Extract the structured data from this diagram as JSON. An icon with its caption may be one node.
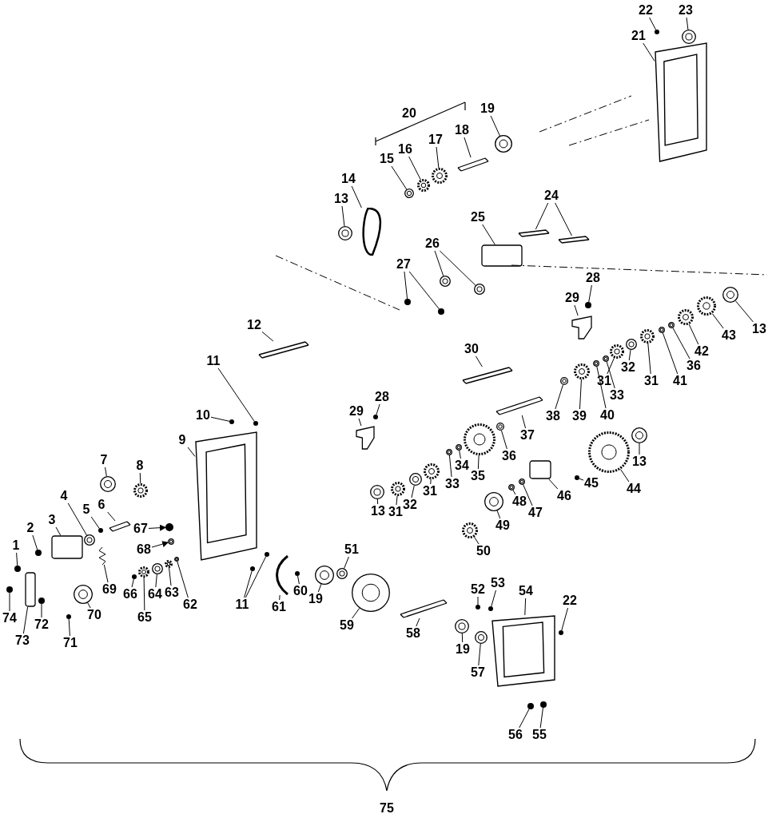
{
  "diagram": {
    "nodes": [
      {
        "text": [
          "22"
        ]
      },
      {
        "text": [
          "23"
        ]
      },
      {
        "text": [
          "21"
        ]
      },
      {
        "text": [
          "19"
        ]
      },
      {
        "text": [
          "18"
        ]
      },
      {
        "text": [
          "17"
        ]
      },
      {
        "text": [
          "16"
        ]
      },
      {
        "text": [
          "15"
        ]
      },
      {
        "text": [
          "14"
        ]
      },
      {
        "text": [
          "13"
        ]
      },
      {
        "text": [
          "24"
        ]
      },
      {
        "text": [
          "25"
        ]
      },
      {
        "text": [
          "26"
        ]
      },
      {
        "text": [
          "27"
        ]
      },
      {
        "text": [
          "28"
        ]
      },
      {
        "text": [
          "29"
        ]
      },
      {
        "text": [
          "12"
        ]
      },
      {
        "text": [
          "13"
        ]
      },
      {
        "text": [
          "43"
        ]
      },
      {
        "text": [
          "42"
        ]
      },
      {
        "text": [
          "36"
        ]
      },
      {
        "text": [
          "30"
        ]
      },
      {
        "text": [
          "11"
        ]
      },
      {
        "text": [
          "32"
        ]
      },
      {
        "text": [
          "31"
        ]
      },
      {
        "text": [
          "41"
        ]
      },
      {
        "text": [
          "31"
        ]
      },
      {
        "text": [
          "33"
        ]
      },
      {
        "text": [
          "28"
        ]
      },
      {
        "text": [
          "29"
        ]
      },
      {
        "text": [
          "40"
        ]
      },
      {
        "text": [
          "39"
        ]
      },
      {
        "text": [
          "38"
        ]
      },
      {
        "text": [
          "10"
        ]
      },
      {
        "text": [
          "37"
        ]
      },
      {
        "text": [
          "9"
        ]
      },
      {
        "text": [
          "36"
        ]
      },
      {
        "text": [
          "13"
        ]
      },
      {
        "text": [
          "7"
        ]
      },
      {
        "text": [
          "8"
        ]
      },
      {
        "text": [
          "34"
        ]
      },
      {
        "text": [
          "35"
        ]
      },
      {
        "text": [
          "33"
        ]
      },
      {
        "text": [
          "45"
        ]
      },
      {
        "text": [
          "31"
        ]
      },
      {
        "text": [
          "44"
        ]
      },
      {
        "text": [
          "46"
        ]
      },
      {
        "text": [
          "4"
        ]
      },
      {
        "text": [
          "48"
        ]
      },
      {
        "text": [
          "32"
        ]
      },
      {
        "text": [
          "6"
        ]
      },
      {
        "text": [
          "5"
        ]
      },
      {
        "text": [
          "47"
        ]
      },
      {
        "text": [
          "13"
        ]
      },
      {
        "text": [
          "31"
        ]
      },
      {
        "text": [
          "3"
        ]
      },
      {
        "text": [
          "2"
        ]
      },
      {
        "text": [
          "49"
        ]
      },
      {
        "text": [
          "67"
        ]
      },
      {
        "text": [
          "1"
        ]
      },
      {
        "text": [
          "68"
        ]
      },
      {
        "text": [
          "50"
        ]
      },
      {
        "text": [
          "51"
        ]
      },
      {
        "text": [
          "52"
        ]
      },
      {
        "text": [
          "53"
        ]
      },
      {
        "text": [
          "60"
        ]
      },
      {
        "text": [
          "54"
        ]
      },
      {
        "text": [
          "69"
        ]
      },
      {
        "text": [
          "66"
        ]
      },
      {
        "text": [
          "64"
        ]
      },
      {
        "text": [
          "63"
        ]
      },
      {
        "text": [
          "19"
        ]
      },
      {
        "text": [
          "22"
        ]
      },
      {
        "text": [
          "62"
        ]
      },
      {
        "text": [
          "11"
        ]
      },
      {
        "text": [
          "61"
        ]
      },
      {
        "text": [
          "74"
        ]
      },
      {
        "text": [
          "70"
        ]
      },
      {
        "text": [
          "65"
        ]
      },
      {
        "text": [
          "72"
        ]
      },
      {
        "text": [
          "59"
        ]
      },
      {
        "text": [
          "58"
        ]
      },
      {
        "text": [
          "73"
        ]
      },
      {
        "text": [
          "71"
        ]
      },
      {
        "text": [
          "19"
        ]
      },
      {
        "text": [
          "57"
        ]
      },
      {
        "text": [
          "56"
        ]
      },
      {
        "text": [
          "55"
        ]
      },
      {
        "text": [],
        "shape": "circle"
      },
      {
        "text": [],
        "shape": "circle"
      },
      {
        "text": [],
        "shape": "box"
      },
      {
        "text": [],
        "shape": "circle"
      },
      {
        "text": [],
        "shape": "bar"
      },
      {
        "text": [],
        "shape": "circle"
      },
      {
        "text": [],
        "shape": "circle"
      },
      {
        "text": [],
        "shape": "circle"
      },
      {
        "text": [],
        "shape": "loop"
      },
      {
        "text": [],
        "shape": "circle"
      },
      {
        "text": [],
        "shape": "bar"
      },
      {
        "text": [],
        "shape": "bar"
      },
      {
        "text": [],
        "shape": "box"
      },
      {
        "text": [],
        "shape": "circle"
      },
      {
        "text": [],
        "shape": "circle"
      },
      {
        "text": [],
        "shape": "circle"
      },
      {
        "text": [],
        "shape": "circle"
      },
      {
        "text": [],
        "shape": "circle"
      },
      {
        "text": [],
        "shape": "box"
      },
      {
        "text": [],
        "shape": "bar"
      },
      {
        "text": [],
        "shape": "circle"
      },
      {
        "text": [],
        "shape": "circle"
      },
      {
        "text": [],
        "shape": "circle"
      },
      {
        "text": [],
        "shape": "circle"
      },
      {
        "text": [],
        "shape": "bar"
      },
      {
        "text": [],
        "shape": "circle"
      },
      {
        "text": [],
        "shape": "circle"
      },
      {
        "text": [],
        "shape": "circle"
      },
      {
        "text": [],
        "shape": "circle"
      },
      {
        "text": [],
        "shape": "circle"
      },
      {
        "text": [],
        "shape": "circle"
      },
      {
        "text": [],
        "shape": "circle"
      },
      {
        "text": [],
        "shape": "box"
      },
      {
        "text": [],
        "shape": "circle"
      },
      {
        "text": [],
        "shape": "circle"
      },
      {
        "text": [],
        "shape": "circle"
      },
      {
        "text": [],
        "shape": "circle"
      },
      {
        "text": [],
        "shape": "bar"
      },
      {
        "text": [],
        "shape": "box"
      },
      {
        "text": [],
        "shape": "circle"
      },
      {
        "text": [],
        "shape": "circle"
      },
      {
        "text": [],
        "shape": "circle"
      },
      {
        "text": [],
        "shape": "circle"
      },
      {
        "text": [],
        "shape": "circle"
      },
      {
        "text": [],
        "shape": "circle"
      },
      {
        "text": [],
        "shape": "circle"
      },
      {
        "text": [],
        "shape": "circle"
      },
      {
        "text": [],
        "shape": "circle"
      },
      {
        "text": [],
        "shape": "circle"
      },
      {
        "text": [],
        "shape": "box"
      },
      {
        "text": [],
        "shape": "circle"
      },
      {
        "text": [],
        "shape": "circle"
      },
      {
        "text": [],
        "shape": "circle"
      },
      {
        "text": [],
        "shape": "bar"
      },
      {
        "text": [],
        "shape": "circle"
      },
      {
        "text": [],
        "shape": "circle"
      },
      {
        "text": [],
        "shape": "circle"
      },
      {
        "text": [],
        "shape": "circle"
      },
      {
        "text": [],
        "shape": "box"
      },
      {
        "text": [],
        "shape": "circle"
      },
      {
        "text": [],
        "shape": "circle"
      },
      {
        "text": [],
        "shape": "circle"
      },
      {
        "text": [],
        "shape": "circle"
      },
      {
        "text": [],
        "shape": "circle"
      },
      {
        "text": [],
        "shape": "circle"
      },
      {
        "text": [],
        "shape": "circle"
      },
      {
        "text": [],
        "shape": "circle"
      },
      {
        "text": [],
        "shape": "circle"
      },
      {
        "text": [],
        "shape": "circle"
      },
      {
        "text": [],
        "shape": "box"
      },
      {
        "text": [],
        "shape": "bar"
      },
      {
        "text": [],
        "shape": "circle"
      },
      {
        "text": [],
        "shape": "circle"
      },
      {
        "text": [],
        "shape": "circle"
      },
      {
        "text": [],
        "shape": "circle"
      },
      {
        "text": [],
        "shape": "circle"
      },
      {
        "text": [],
        "shape": "circle"
      },
      {
        "text": [],
        "shape": "circle"
      },
      {
        "text": [],
        "shape": "circle"
      },
      {
        "text": [],
        "shape": "box"
      },
      {
        "text": [],
        "shape": "circle"
      },
      {
        "text": [],
        "shape": "circle"
      },
      {
        "text": [],
        "shape": "circle"
      },
      {
        "text": [],
        "shape": "circle"
      },
      {
        "text": [],
        "shape": "circle"
      },
      {
        "text": [],
        "shape": "bar"
      },
      {
        "text": [],
        "shape": "box"
      },
      {
        "text": [],
        "shape": "circle"
      },
      {
        "text": [],
        "shape": "circle"
      },
      {
        "text": [],
        "shape": "circle"
      },
      {
        "text": [],
        "shape": "circle"
      },
      {
        "text": [],
        "shape": "circle"
      }
    ],
    "edges": [
      {
        "from": 0,
        "to": 88,
        "arrow": "none"
      },
      {
        "from": 1,
        "to": 89,
        "arrow": "none"
      },
      {
        "from": 2,
        "to": 90,
        "arrow": "none"
      },
      {
        "from": 3,
        "to": 91,
        "arrow": "none"
      },
      {
        "from": 4,
        "to": 92,
        "arrow": "none"
      },
      {
        "from": 5,
        "to": 93,
        "arrow": "none"
      },
      {
        "from": 6,
        "to": 94,
        "arrow": "none"
      },
      {
        "from": 7,
        "to": 95,
        "arrow": "none"
      },
      {
        "from": 8,
        "to": 96,
        "arrow": "none"
      },
      {
        "from": 9,
        "to": 97,
        "arrow": "none"
      },
      {
        "from": 10,
        "to": 98,
        "arrow": "none"
      },
      {
        "from": 10,
        "to": 99,
        "arrow": "none"
      },
      {
        "from": 11,
        "to": 100,
        "arrow": "none"
      },
      {
        "from": 12,
        "to": 101,
        "arrow": "none"
      },
      {
        "from": 12,
        "to": 102,
        "arrow": "none"
      },
      {
        "from": 13,
        "to": 103,
        "arrow": "none"
      },
      {
        "from": 13,
        "to": 104,
        "arrow": "none"
      },
      {
        "from": 14,
        "to": 105,
        "arrow": "none"
      },
      {
        "from": 15,
        "to": 106,
        "arrow": "none"
      },
      {
        "from": 16,
        "to": 107,
        "arrow": "none"
      },
      {
        "from": 17,
        "to": 108,
        "arrow": "none"
      },
      {
        "from": 18,
        "to": 109,
        "arrow": "none"
      },
      {
        "from": 19,
        "to": 110,
        "arrow": "none"
      },
      {
        "from": 20,
        "to": 111,
        "arrow": "none"
      },
      {
        "from": 21,
        "to": 112,
        "arrow": "none"
      },
      {
        "from": 22,
        "to": 113,
        "arrow": "none"
      },
      {
        "from": 23,
        "to": 114,
        "arrow": "none"
      },
      {
        "from": 24,
        "to": 115,
        "arrow": "none"
      },
      {
        "from": 25,
        "to": 116,
        "arrow": "none"
      },
      {
        "from": 26,
        "to": 117,
        "arrow": "none"
      },
      {
        "from": 27,
        "to": 118,
        "arrow": "none"
      },
      {
        "from": 28,
        "to": 119,
        "arrow": "none"
      },
      {
        "from": 29,
        "to": 120,
        "arrow": "none"
      },
      {
        "from": 30,
        "to": 121,
        "arrow": "none"
      },
      {
        "from": 31,
        "to": 122,
        "arrow": "none"
      },
      {
        "from": 32,
        "to": 123,
        "arrow": "none"
      },
      {
        "from": 33,
        "to": 124,
        "arrow": "none"
      },
      {
        "from": 34,
        "to": 125,
        "arrow": "none"
      },
      {
        "from": 35,
        "to": 126,
        "arrow": "none"
      },
      {
        "from": 36,
        "to": 127,
        "arrow": "none"
      },
      {
        "from": 37,
        "to": 128,
        "arrow": "none"
      },
      {
        "from": 38,
        "to": 129,
        "arrow": "none"
      },
      {
        "from": 39,
        "to": 130,
        "arrow": "none"
      },
      {
        "from": 40,
        "to": 131,
        "arrow": "none"
      },
      {
        "from": 41,
        "to": 132,
        "arrow": "none"
      },
      {
        "from": 42,
        "to": 133,
        "arrow": "none"
      },
      {
        "from": 43,
        "to": 134,
        "arrow": "none"
      },
      {
        "from": 44,
        "to": 135,
        "arrow": "none"
      },
      {
        "from": 45,
        "to": 136,
        "arrow": "none"
      },
      {
        "from": 46,
        "to": 137,
        "arrow": "none"
      },
      {
        "from": 47,
        "to": 138,
        "arrow": "none"
      },
      {
        "from": 48,
        "to": 139,
        "arrow": "none"
      },
      {
        "from": 49,
        "to": 140,
        "arrow": "none"
      },
      {
        "from": 50,
        "to": 141,
        "arrow": "none"
      },
      {
        "from": 51,
        "to": 142,
        "arrow": "none"
      },
      {
        "from": 52,
        "to": 143,
        "arrow": "none"
      },
      {
        "from": 53,
        "to": 144,
        "arrow": "none"
      },
      {
        "from": 54,
        "to": 145,
        "arrow": "none"
      },
      {
        "from": 55,
        "to": 146,
        "arrow": "none"
      },
      {
        "from": 56,
        "to": 147,
        "arrow": "none"
      },
      {
        "from": 57,
        "to": 148,
        "arrow": "none"
      },
      {
        "from": 58,
        "to": 149,
        "arrow": "to"
      },
      {
        "from": 59,
        "to": 150,
        "arrow": "none"
      },
      {
        "from": 60,
        "to": 151,
        "arrow": "to"
      },
      {
        "from": 61,
        "to": 152,
        "arrow": "none"
      },
      {
        "from": 62,
        "to": 153,
        "arrow": "none"
      },
      {
        "from": 63,
        "to": 154,
        "arrow": "none"
      },
      {
        "from": 64,
        "to": 155,
        "arrow": "none"
      },
      {
        "from": 65,
        "to": 156,
        "arrow": "none"
      },
      {
        "from": 66,
        "to": 157,
        "arrow": "none"
      },
      {
        "from": 67,
        "to": 158,
        "arrow": "none"
      },
      {
        "from": 68,
        "to": 159,
        "arrow": "none"
      },
      {
        "from": 69,
        "to": 160,
        "arrow": "none"
      },
      {
        "from": 70,
        "to": 161,
        "arrow": "none"
      },
      {
        "from": 71,
        "to": 162,
        "arrow": "none"
      },
      {
        "from": 72,
        "to": 163,
        "arrow": "none"
      },
      {
        "from": 73,
        "to": 164,
        "arrow": "none"
      },
      {
        "from": 74,
        "to": 165,
        "arrow": "none"
      },
      {
        "from": 74,
        "to": 166,
        "arrow": "none"
      },
      {
        "from": 75,
        "to": 167,
        "arrow": "none"
      },
      {
        "from": 76,
        "to": 168,
        "arrow": "none"
      },
      {
        "from": 77,
        "to": 169,
        "arrow": "none"
      },
      {
        "from": 78,
        "to": 170,
        "arrow": "none"
      },
      {
        "from": 79,
        "to": 171,
        "arrow": "none"
      },
      {
        "from": 80,
        "to": 172,
        "arrow": "none"
      },
      {
        "from": 81,
        "to": 173,
        "arrow": "none"
      },
      {
        "from": 82,
        "to": 174,
        "arrow": "none"
      },
      {
        "from": 83,
        "to": 175,
        "arrow": "none"
      },
      {
        "from": 84,
        "to": 176,
        "arrow": "none"
      },
      {
        "from": 85,
        "to": 177,
        "arrow": "none"
      },
      {
        "from": 86,
        "to": 178,
        "arrow": "none"
      },
      {
        "from": 87,
        "to": 179,
        "arrow": "none"
      }
    ],
    "labels": [
      "20",
      "75"
    ]
  }
}
